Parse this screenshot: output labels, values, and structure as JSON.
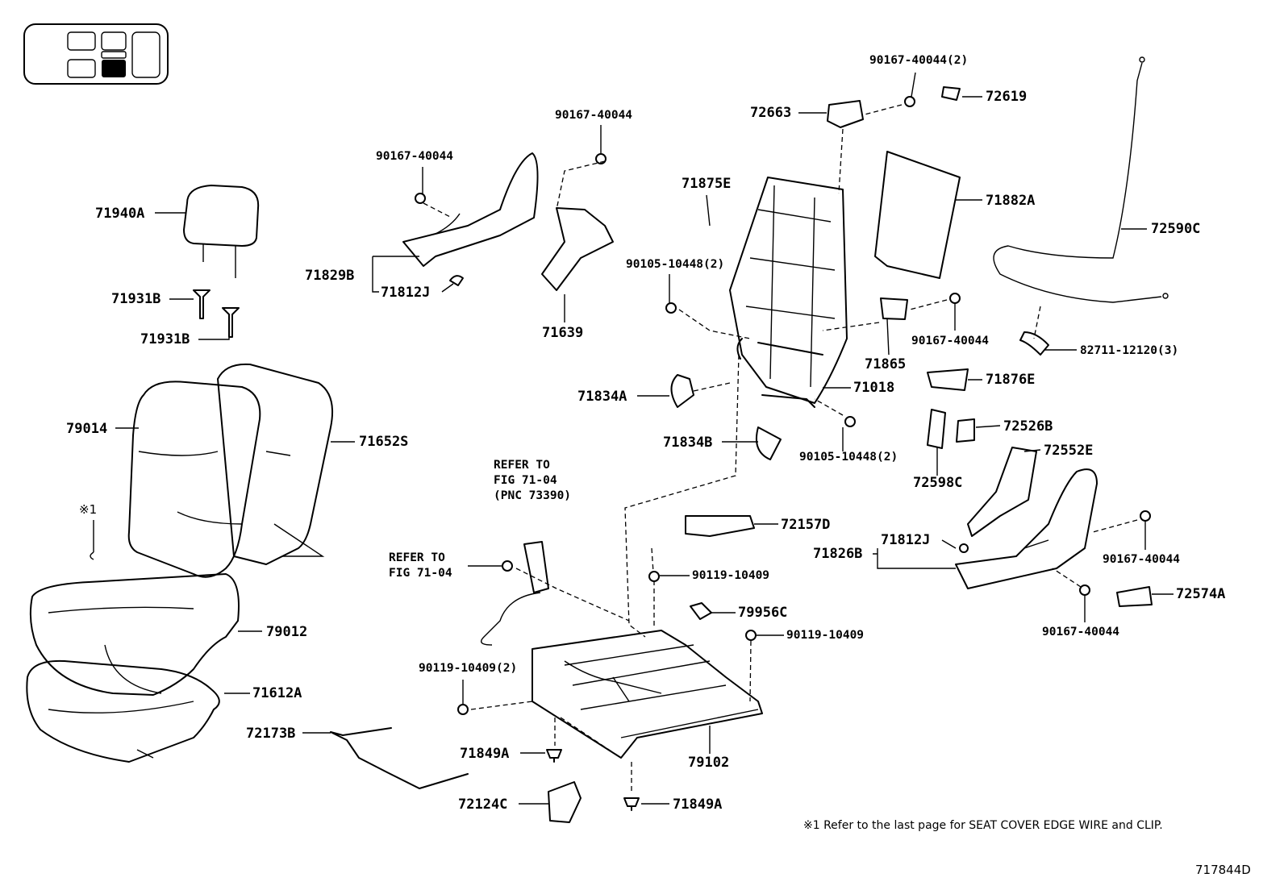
{
  "callouts": {
    "p71940A": "71940A",
    "p71931B_1": "71931B",
    "p71931B_2": "71931B",
    "p79014": "79014",
    "p71652S": "71652S",
    "p79012": "79012",
    "p71612A": "71612A",
    "p72173B": "72173B",
    "p71849A_1": "71849A",
    "p71849A_2": "71849A",
    "p72124C": "72124C",
    "p79102": "79102",
    "p90119_10409_2x": "90119-10409(2)",
    "p90119_10409_a": "90119-10409",
    "p90119_10409_b": "90119-10409",
    "p72157D": "72157D",
    "p79956C": "79956C",
    "p71829B": "71829B",
    "p71812J_1": "71812J",
    "p71639": "71639",
    "p90167_40044_a": "90167-40044",
    "p90167_40044_b": "90167-40044",
    "p71875E": "71875E",
    "p90105_10448_2x_a": "90105-10448(2)",
    "p72663": "72663",
    "p90167_40044_2x": "90167-40044(2)",
    "p72619": "72619",
    "p71882A": "71882A",
    "p72590C": "72590C",
    "p90167_40044_c": "90167-40044",
    "p71865": "71865",
    "p82711_12120_3x": "82711-12120(3)",
    "p71834A": "71834A",
    "p71018": "71018",
    "p71876E": "71876E",
    "p90105_10448_2x_b": "90105-10448(2)",
    "p71834B": "71834B",
    "p72526B": "72526B",
    "p72598C": "72598C",
    "p72552E": "72552E",
    "p71812J_2": "71812J",
    "p71826B": "71826B",
    "p90167_40044_d": "90167-40044",
    "p90167_40044_e": "90167-40044",
    "p72574A": "72574A"
  },
  "refer_notes": {
    "ref1": "REFER TO\nFIG 71-04\n(PNC 73390)",
    "ref2": "REFER TO\nFIG 71-04"
  },
  "note_mark": "※1",
  "footnote": "※1  Refer to the last page for SEAT COVER EDGE WIRE and CLIP.",
  "figure_code": "717844D"
}
